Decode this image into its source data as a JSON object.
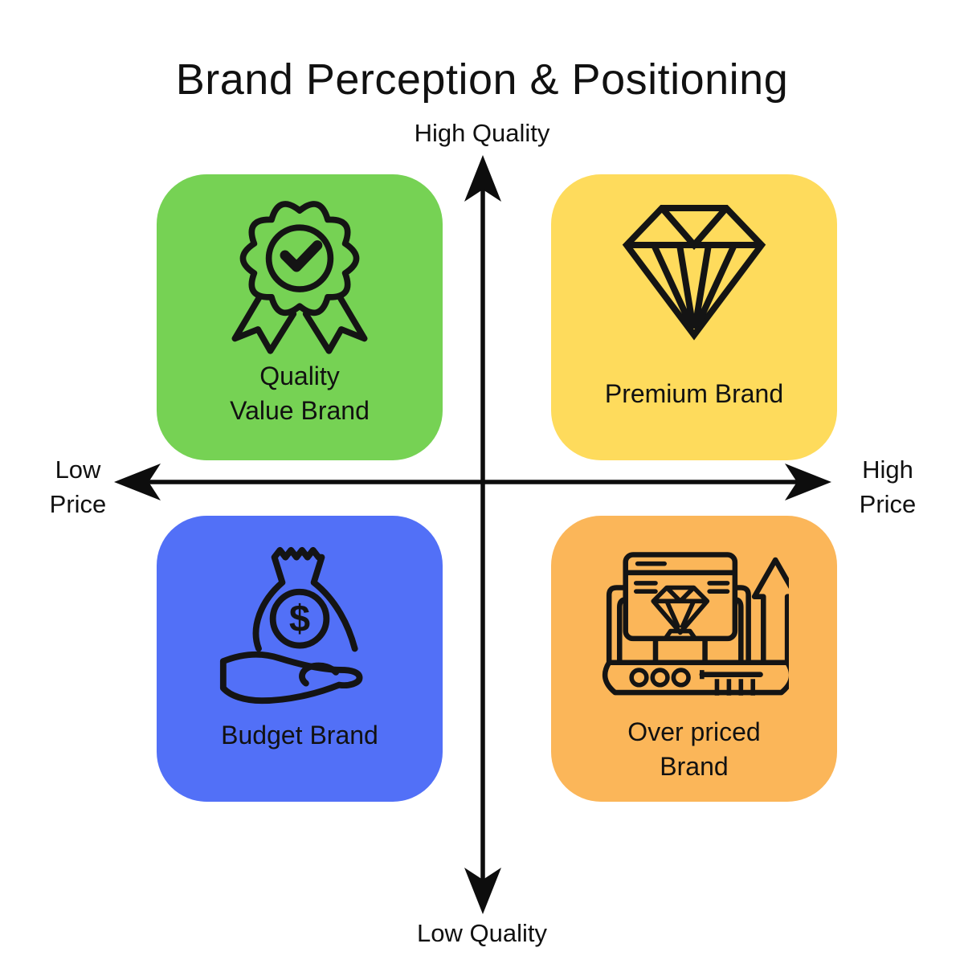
{
  "title": "Brand Perception & Positioning",
  "background_color": "#FFFFFF",
  "line_color": "#0D0D0D",
  "text_color": "#111111",
  "axes": {
    "vertical_top_label": "High Quality",
    "vertical_bottom_label": "Low Quality",
    "horizontal_left_label_lines": [
      "Low",
      "Price"
    ],
    "horizontal_right_label_lines": [
      "High",
      "Price"
    ]
  },
  "quadrants": [
    {
      "position": "top-left",
      "label_lines": [
        "Quality",
        "Value Brand"
      ],
      "color": "#76D254",
      "icon": "award-badge-check-icon"
    },
    {
      "position": "top-right",
      "label_lines": [
        "Premium Brand"
      ],
      "color": "#FEDB5C",
      "icon": "diamond-icon"
    },
    {
      "position": "bottom-left",
      "label_lines": [
        "Budget Brand"
      ],
      "color": "#5270F7",
      "icon": "money-bag-in-hand-icon"
    },
    {
      "position": "bottom-right",
      "label_lines": [
        "Over priced",
        "Brand"
      ],
      "color": "#FBB659",
      "icon": "price-increase-store-icon"
    }
  ]
}
